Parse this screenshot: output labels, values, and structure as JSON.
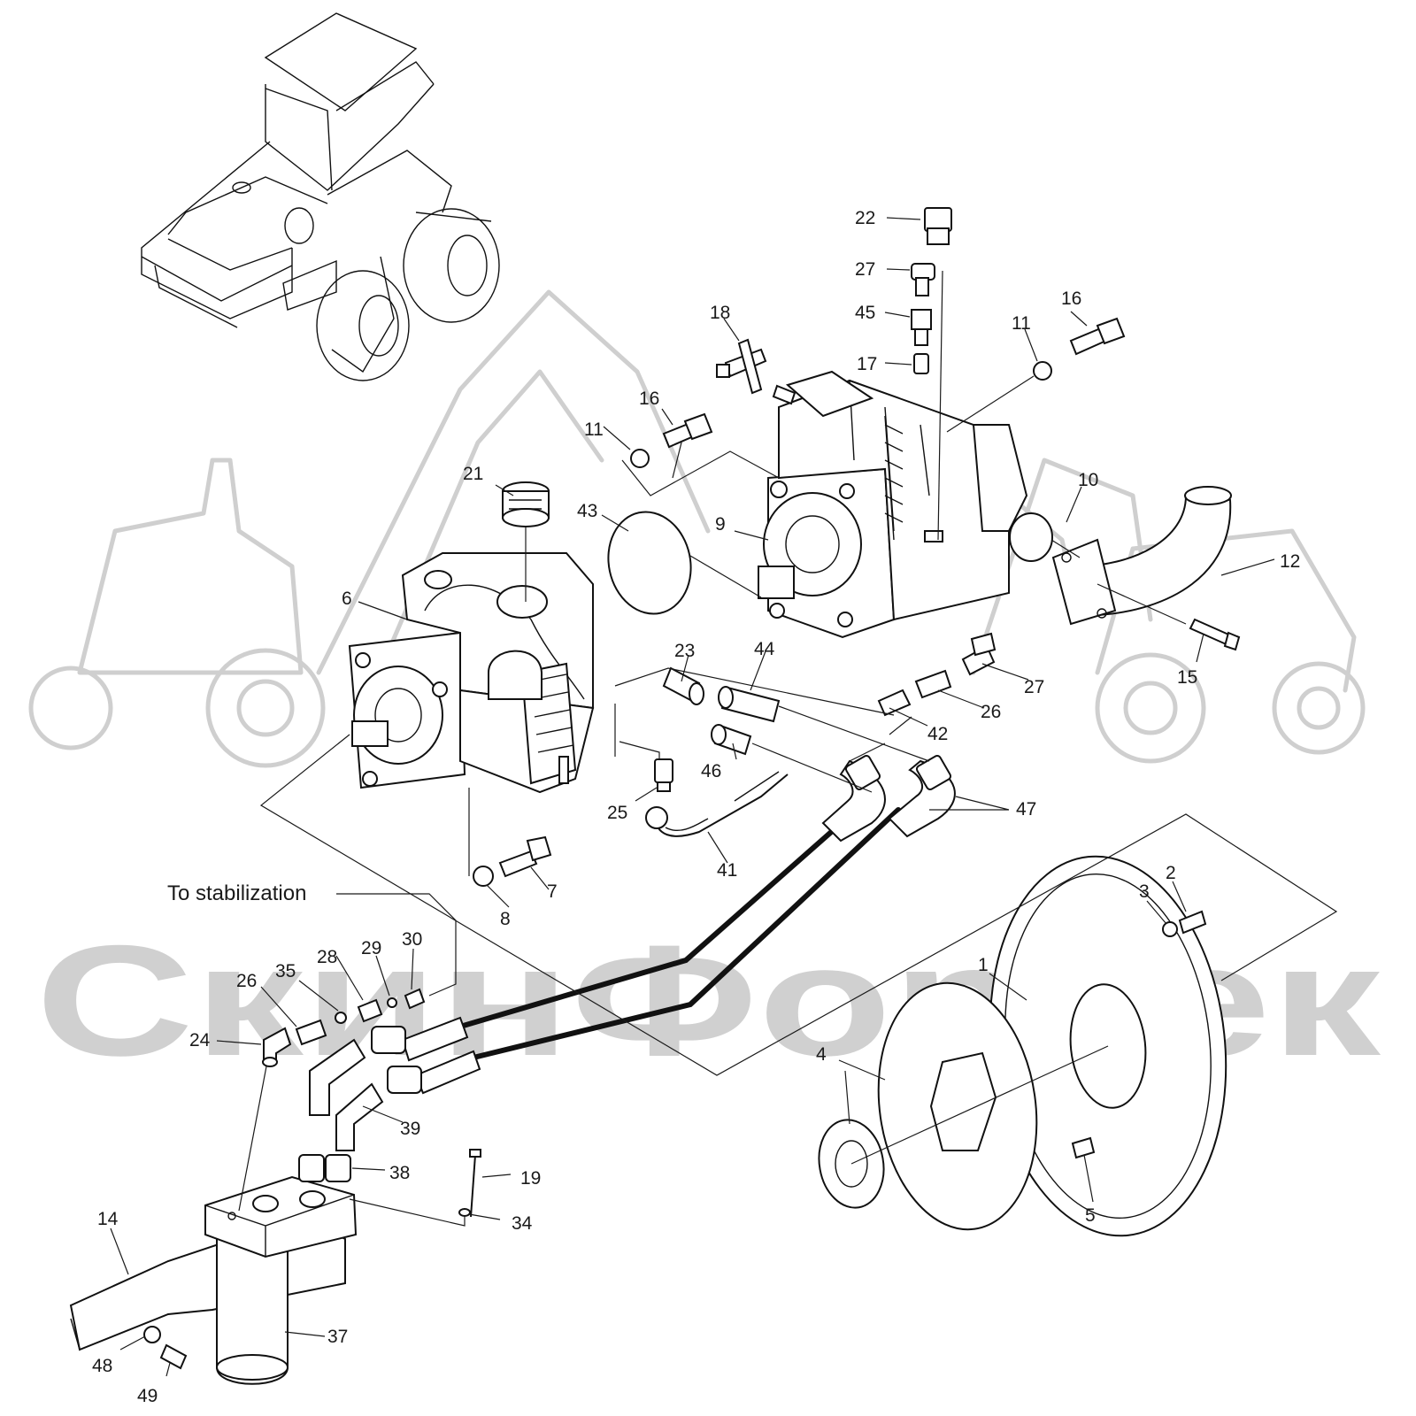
{
  "watermark": {
    "text": "СкинФорТек",
    "color": "#cfcfcf"
  },
  "note": {
    "text": "To stabilization"
  },
  "callouts": [
    "22",
    "27",
    "45",
    "17",
    "18",
    "16",
    "11",
    "16",
    "11",
    "21",
    "43",
    "9",
    "10",
    "12",
    "15",
    "6",
    "23",
    "44",
    "27",
    "26",
    "42",
    "46",
    "25",
    "41",
    "47",
    "7",
    "8",
    "2",
    "3",
    "1",
    "4",
    "5",
    "26",
    "35",
    "28",
    "29",
    "30",
    "24",
    "39",
    "38",
    "19",
    "34",
    "14",
    "37",
    "48",
    "49"
  ],
  "colors": {
    "ink": "#111111",
    "paper": "#ffffff",
    "ghost": "#cfcfcf"
  }
}
